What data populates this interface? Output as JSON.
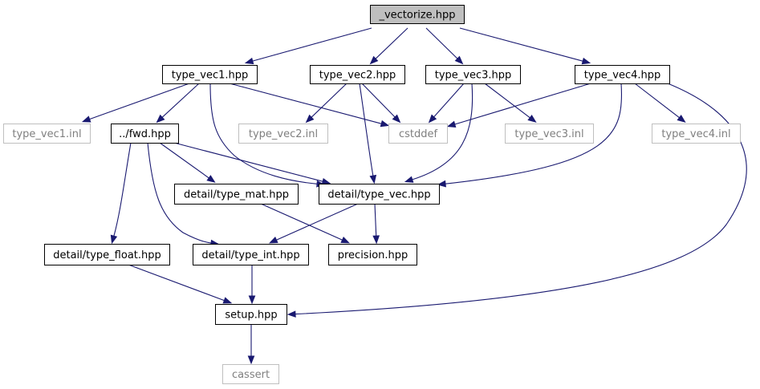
{
  "colors": {
    "edge": "#191970",
    "root_fill": "#bfbfbf",
    "local_border": "#000000",
    "external_border": "#bfbfbf",
    "external_text": "#7f7f7f",
    "text": "#000000"
  },
  "nodes": {
    "vectorize": {
      "label": "_vectorize.hpp",
      "kind": "root"
    },
    "type_vec1_hpp": {
      "label": "type_vec1.hpp",
      "kind": "local"
    },
    "type_vec2_hpp": {
      "label": "type_vec2.hpp",
      "kind": "local"
    },
    "type_vec3_hpp": {
      "label": "type_vec3.hpp",
      "kind": "local"
    },
    "type_vec4_hpp": {
      "label": "type_vec4.hpp",
      "kind": "local"
    },
    "type_vec1_inl": {
      "label": "type_vec1.inl",
      "kind": "external"
    },
    "fwd_hpp": {
      "label": "../fwd.hpp",
      "kind": "local"
    },
    "type_vec2_inl": {
      "label": "type_vec2.inl",
      "kind": "external"
    },
    "cstddef": {
      "label": "cstddef",
      "kind": "external"
    },
    "type_vec3_inl": {
      "label": "type_vec3.inl",
      "kind": "external"
    },
    "type_vec4_inl": {
      "label": "type_vec4.inl",
      "kind": "external"
    },
    "type_mat_hpp": {
      "label": "detail/type_mat.hpp",
      "kind": "local"
    },
    "type_vec_hpp": {
      "label": "detail/type_vec.hpp",
      "kind": "local"
    },
    "type_float_hpp": {
      "label": "detail/type_float.hpp",
      "kind": "local"
    },
    "type_int_hpp": {
      "label": "detail/type_int.hpp",
      "kind": "local"
    },
    "precision_hpp": {
      "label": "precision.hpp",
      "kind": "local"
    },
    "setup_hpp": {
      "label": "setup.hpp",
      "kind": "local"
    },
    "cassert": {
      "label": "cassert",
      "kind": "external"
    }
  },
  "edges": [
    {
      "from": "vectorize",
      "to": "type_vec1_hpp"
    },
    {
      "from": "vectorize",
      "to": "type_vec2_hpp"
    },
    {
      "from": "vectorize",
      "to": "type_vec3_hpp"
    },
    {
      "from": "vectorize",
      "to": "type_vec4_hpp"
    },
    {
      "from": "type_vec1_hpp",
      "to": "type_vec1_inl"
    },
    {
      "from": "type_vec1_hpp",
      "to": "fwd_hpp"
    },
    {
      "from": "type_vec1_hpp",
      "to": "cstddef"
    },
    {
      "from": "type_vec1_hpp",
      "to": "type_vec_hpp"
    },
    {
      "from": "type_vec2_hpp",
      "to": "type_vec2_inl"
    },
    {
      "from": "type_vec2_hpp",
      "to": "cstddef"
    },
    {
      "from": "type_vec2_hpp",
      "to": "type_vec_hpp"
    },
    {
      "from": "type_vec3_hpp",
      "to": "cstddef"
    },
    {
      "from": "type_vec3_hpp",
      "to": "type_vec3_inl"
    },
    {
      "from": "type_vec3_hpp",
      "to": "type_vec_hpp"
    },
    {
      "from": "type_vec4_hpp",
      "to": "cstddef"
    },
    {
      "from": "type_vec4_hpp",
      "to": "type_vec4_inl"
    },
    {
      "from": "type_vec4_hpp",
      "to": "type_vec_hpp"
    },
    {
      "from": "type_vec4_hpp",
      "to": "setup_hpp"
    },
    {
      "from": "fwd_hpp",
      "to": "type_mat_hpp"
    },
    {
      "from": "fwd_hpp",
      "to": "type_vec_hpp"
    },
    {
      "from": "fwd_hpp",
      "to": "type_float_hpp"
    },
    {
      "from": "fwd_hpp",
      "to": "type_int_hpp"
    },
    {
      "from": "type_mat_hpp",
      "to": "precision_hpp"
    },
    {
      "from": "type_vec_hpp",
      "to": "type_int_hpp"
    },
    {
      "from": "type_vec_hpp",
      "to": "precision_hpp"
    },
    {
      "from": "type_float_hpp",
      "to": "setup_hpp"
    },
    {
      "from": "type_int_hpp",
      "to": "setup_hpp"
    },
    {
      "from": "setup_hpp",
      "to": "cassert"
    }
  ]
}
